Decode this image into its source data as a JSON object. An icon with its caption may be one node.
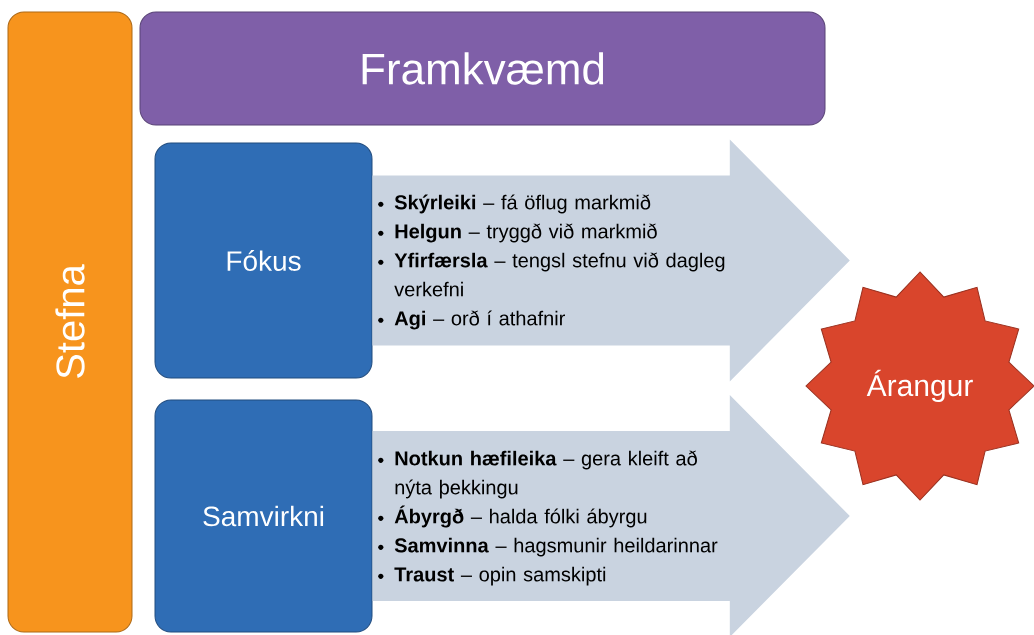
{
  "diagram": {
    "nodes": [
      {
        "text": [
          "Stefna"
        ]
      },
      {
        "text": [
          "Framkvæmd"
        ]
      },
      {
        "text": [
          "Fókus"
        ]
      },
      {
        "text": [
          "**Skýrleiki** – fá öflug markmið",
          "**Helgun** – tryggð við markmið",
          "**Yfirfærsla** – tengsl stefnu við dagleg verkefni",
          "**Agi** – orð í athafnir"
        ]
      },
      {
        "text": [
          "Árangur"
        ]
      },
      {
        "text": [
          "Samvirkni"
        ]
      },
      {
        "text": [
          "**Notkun hæfileika** – gera kleift að nýta þekkingu",
          "**Ábyrgð** – halda fólki ábyrgu",
          "**Samvinna** – hagsmunir heildarinnar",
          "**Traust** – opin samskipti"
        ]
      }
    ],
    "edges": [
      {
        "from": 2,
        "to": 4,
        "arrow": "to"
      },
      {
        "from": 5,
        "to": 4,
        "arrow": "to"
      }
    ]
  }
}
